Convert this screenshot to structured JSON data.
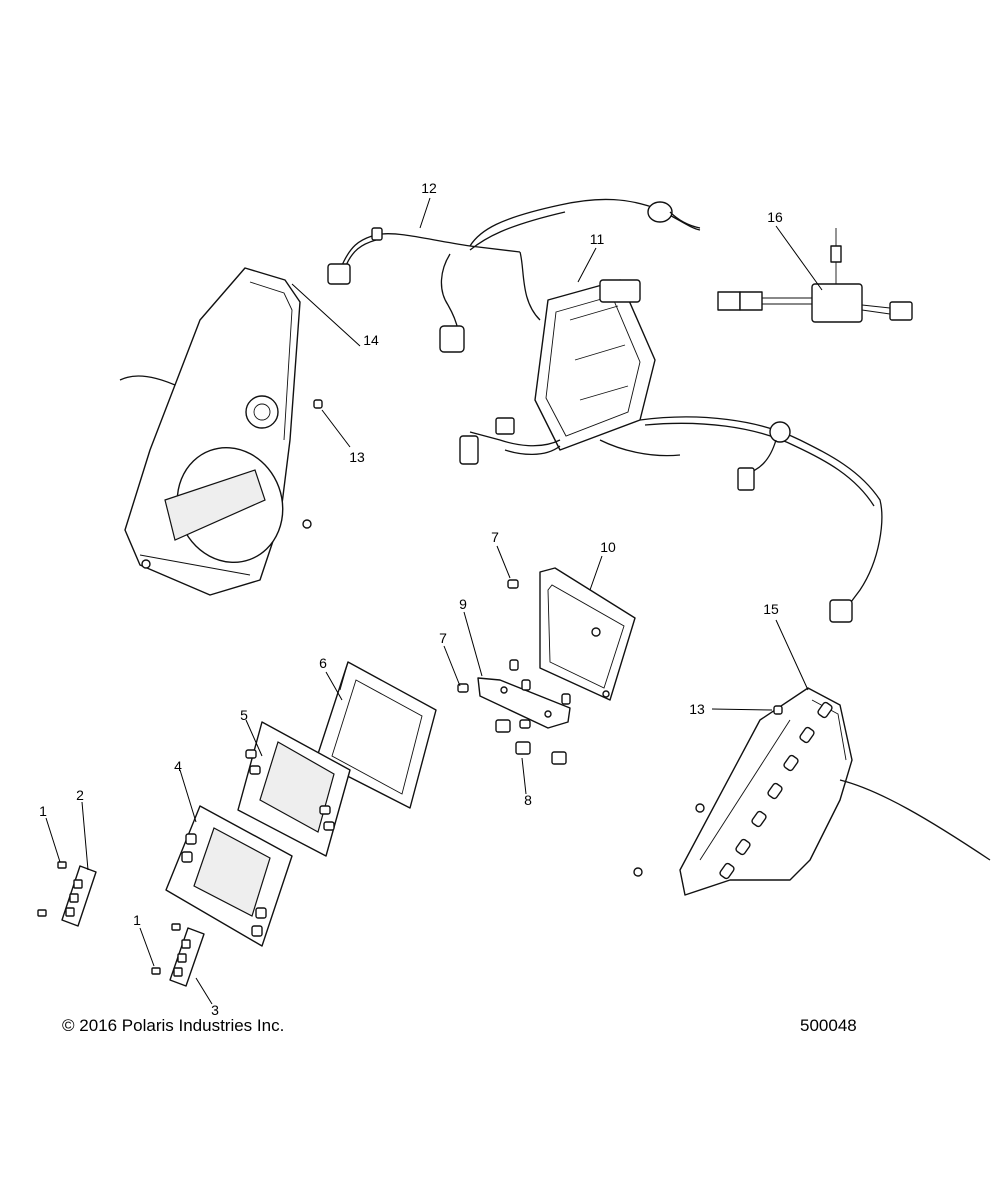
{
  "diagram": {
    "callouts": [
      {
        "id": "c1a",
        "text": "1"
      },
      {
        "id": "c1b",
        "text": "1"
      },
      {
        "id": "c2",
        "text": "2"
      },
      {
        "id": "c3",
        "text": "3"
      },
      {
        "id": "c4",
        "text": "4"
      },
      {
        "id": "c5",
        "text": "5"
      },
      {
        "id": "c6",
        "text": "6"
      },
      {
        "id": "c7a",
        "text": "7"
      },
      {
        "id": "c7b",
        "text": "7"
      },
      {
        "id": "c8",
        "text": "8"
      },
      {
        "id": "c9",
        "text": "9"
      },
      {
        "id": "c10",
        "text": "10"
      },
      {
        "id": "c11",
        "text": "11"
      },
      {
        "id": "c12",
        "text": "12"
      },
      {
        "id": "c13a",
        "text": "13"
      },
      {
        "id": "c13b",
        "text": "13"
      },
      {
        "id": "c14",
        "text": "14"
      },
      {
        "id": "c15",
        "text": "15"
      },
      {
        "id": "c16",
        "text": "16"
      }
    ]
  },
  "footer": {
    "copyright": "© 2016 Polaris Industries Inc.",
    "drawing_number": "500048"
  }
}
